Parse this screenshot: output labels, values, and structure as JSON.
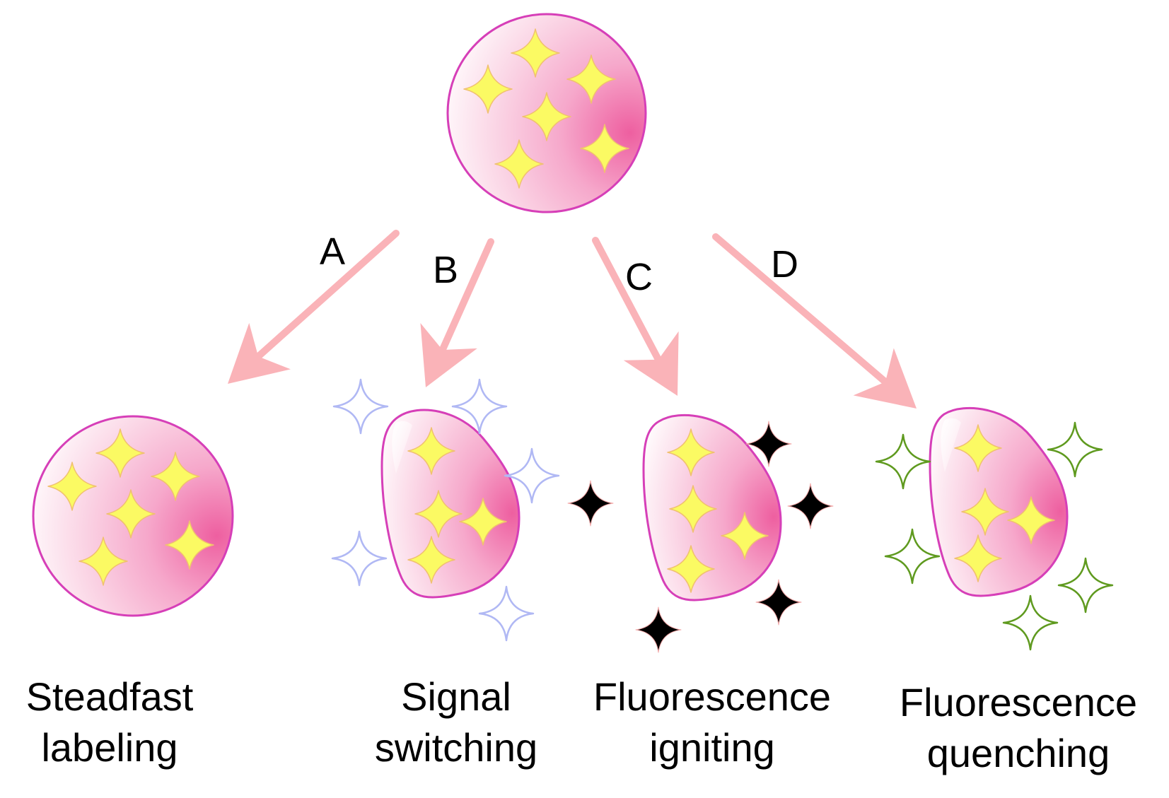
{
  "top_particle": {
    "label": ""
  },
  "paths": [
    {
      "letter": "A",
      "caption_line1": "Steadfast",
      "caption_line2": "labeling"
    },
    {
      "letter": "B",
      "caption_line1": "Signal",
      "caption_line2": "switching"
    },
    {
      "letter": "C",
      "caption_line1": "Fluorescence",
      "caption_line2": "igniting"
    },
    {
      "letter": "D",
      "caption_line1": "Fluorescence",
      "caption_line2": "quenching"
    }
  ],
  "colors": {
    "particle_fill_light": "#fff4f8",
    "particle_fill_dark": "#f2a0c6",
    "particle_fill_hot": "#ee5fa0",
    "particle_outline": "#d63fb8",
    "inner_star": "#fbfa63",
    "inner_star_outline": "#f0c070",
    "arrow": "#fab3b8",
    "blue_star_outline": "#b0b8f4",
    "black_star": "#000000",
    "green_star_outline": "#5f9a1f"
  },
  "icons": {
    "inner_star": "four-point-star-icon",
    "blue_star": "hollow-four-point-star-icon",
    "black_star": "black-four-point-star-icon",
    "green_star": "hollow-four-point-star-icon"
  }
}
